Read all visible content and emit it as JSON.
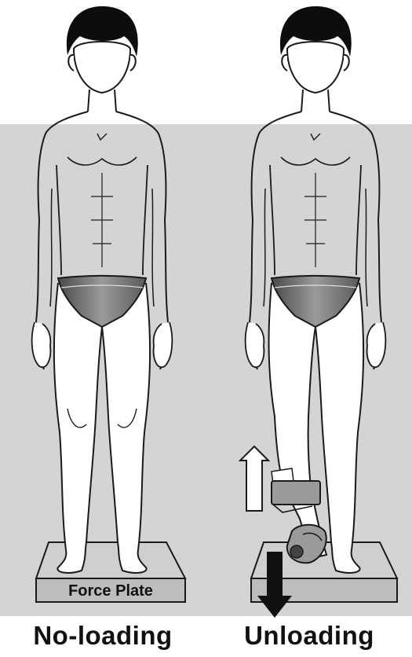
{
  "figure": {
    "left_panel": {
      "plate_label": "Force Plate",
      "caption": "No-loading"
    },
    "right_panel": {
      "caption": "Unloading"
    },
    "colors": {
      "background_panel": "#d4d4d4",
      "line": "#1a1a1a",
      "skin": "#ffffff",
      "hair": "#0d0d0d",
      "briefs": "#7a7a7a",
      "plate_face": "#cfcfcf",
      "device": "#9a9a9a",
      "arrow_down": "#111111",
      "arrow_up": "#ffffff"
    },
    "icons": [
      "up-arrow-icon",
      "down-arrow-icon",
      "unloading-device-icon"
    ]
  }
}
